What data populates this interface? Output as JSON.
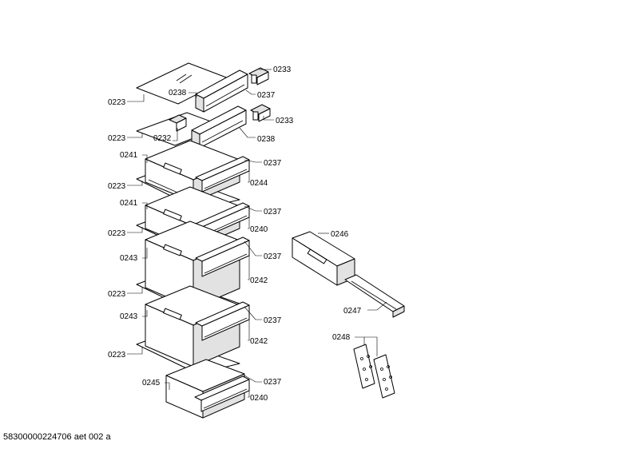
{
  "labels": {
    "0223": "0223",
    "0232": "0232",
    "0233": "0233",
    "0237": "0237",
    "0238": "0238",
    "0240": "0240",
    "0241": "0241",
    "0242": "0242",
    "0243": "0243",
    "0244": "0244",
    "0245": "0245",
    "0246": "0246",
    "0247": "0247",
    "0248": "0248"
  },
  "footer": {
    "code": "58300000224706 aet 002 a"
  }
}
